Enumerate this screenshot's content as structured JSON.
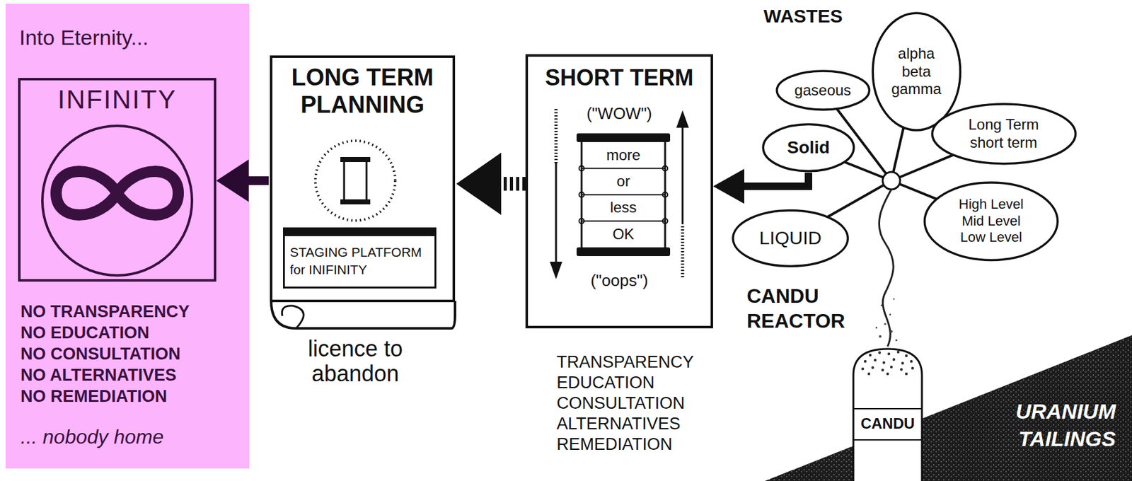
{
  "diagram": {
    "nodes": [
      {
        "text": [
          "Into Eternity...",
          "NO TRANSPARENCY",
          "NO EDUCATION",
          "NO CONSULTATION",
          "NO ALTERNATIVES",
          "NO REMEDIATION",
          "... nobody home"
        ]
      },
      {
        "text": [
          "INFINITY"
        ],
        "in": 0
      },
      {
        "text": [
          "LONG TERM PLANNING"
        ]
      },
      {
        "text": [
          "STAGING PLATFORM for INIFINITY"
        ],
        "in": 2
      },
      {
        "text": [
          "SHORT TERM",
          "(\"WOW\")",
          "(\"oops\")"
        ]
      },
      {
        "text": [
          "more",
          "or",
          "less",
          "OK"
        ],
        "in": 4
      },
      {
        "text": [
          "Solid"
        ]
      },
      {
        "text": [
          "gaseous"
        ]
      },
      {
        "text": [
          "alpha beta gamma"
        ]
      },
      {
        "text": [
          "Long Term short term"
        ]
      },
      {
        "text": [
          "High Level Mid Level Low Level"
        ]
      },
      {
        "text": [
          "LIQUID"
        ]
      },
      {
        "text": [
          "CANDU"
        ]
      }
    ],
    "edges": [
      {
        "from": 6,
        "to": 4,
        "arrow": "to"
      },
      {
        "from": 4,
        "to": 2,
        "arrow": "to"
      },
      {
        "from": 2,
        "to": 1,
        "arrow": "to"
      }
    ],
    "labels": [
      "WASTES",
      "licence to abandon",
      "TRANSPARENCY",
      "EDUCATION",
      "CONSULTATION",
      "ALTERNATIVES",
      "REMEDIATION",
      "CANDU REACTOR",
      "URANIUM TAILINGS"
    ]
  }
}
